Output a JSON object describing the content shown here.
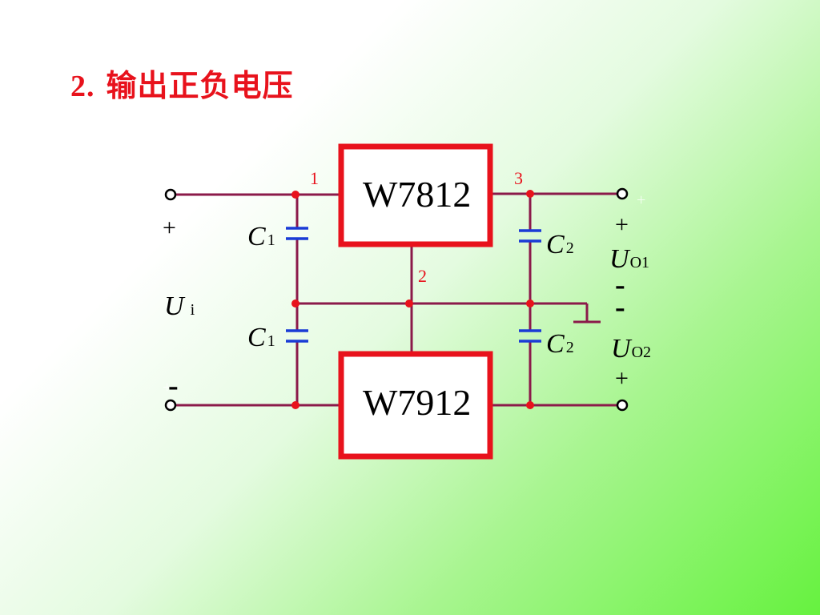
{
  "title": {
    "number": "2.",
    "text": "输出正负电压"
  },
  "circuit": {
    "regulators": [
      {
        "label": "W7812"
      },
      {
        "label": "W7912"
      }
    ],
    "pins": {
      "in": "1",
      "common": "2",
      "out": "3"
    },
    "capacitors": {
      "c1_letter": "C",
      "c1_sub": "1",
      "c2_letter": "C",
      "c2_sub": "2"
    },
    "input": {
      "letter": "U",
      "sub": "i",
      "plus": "+",
      "minus": "-"
    },
    "output1": {
      "letter": "U",
      "sub": "O1",
      "plus": "+",
      "minus": "-"
    },
    "output2": {
      "letter": "U",
      "sub": "O2",
      "plus": "+",
      "minus": "-"
    }
  },
  "colors": {
    "title": "#e8121c",
    "chip_border": "#e8121c",
    "wire": "#8b1a4a",
    "capacitor": "#1a3bd6",
    "junction": "#e8121c"
  }
}
